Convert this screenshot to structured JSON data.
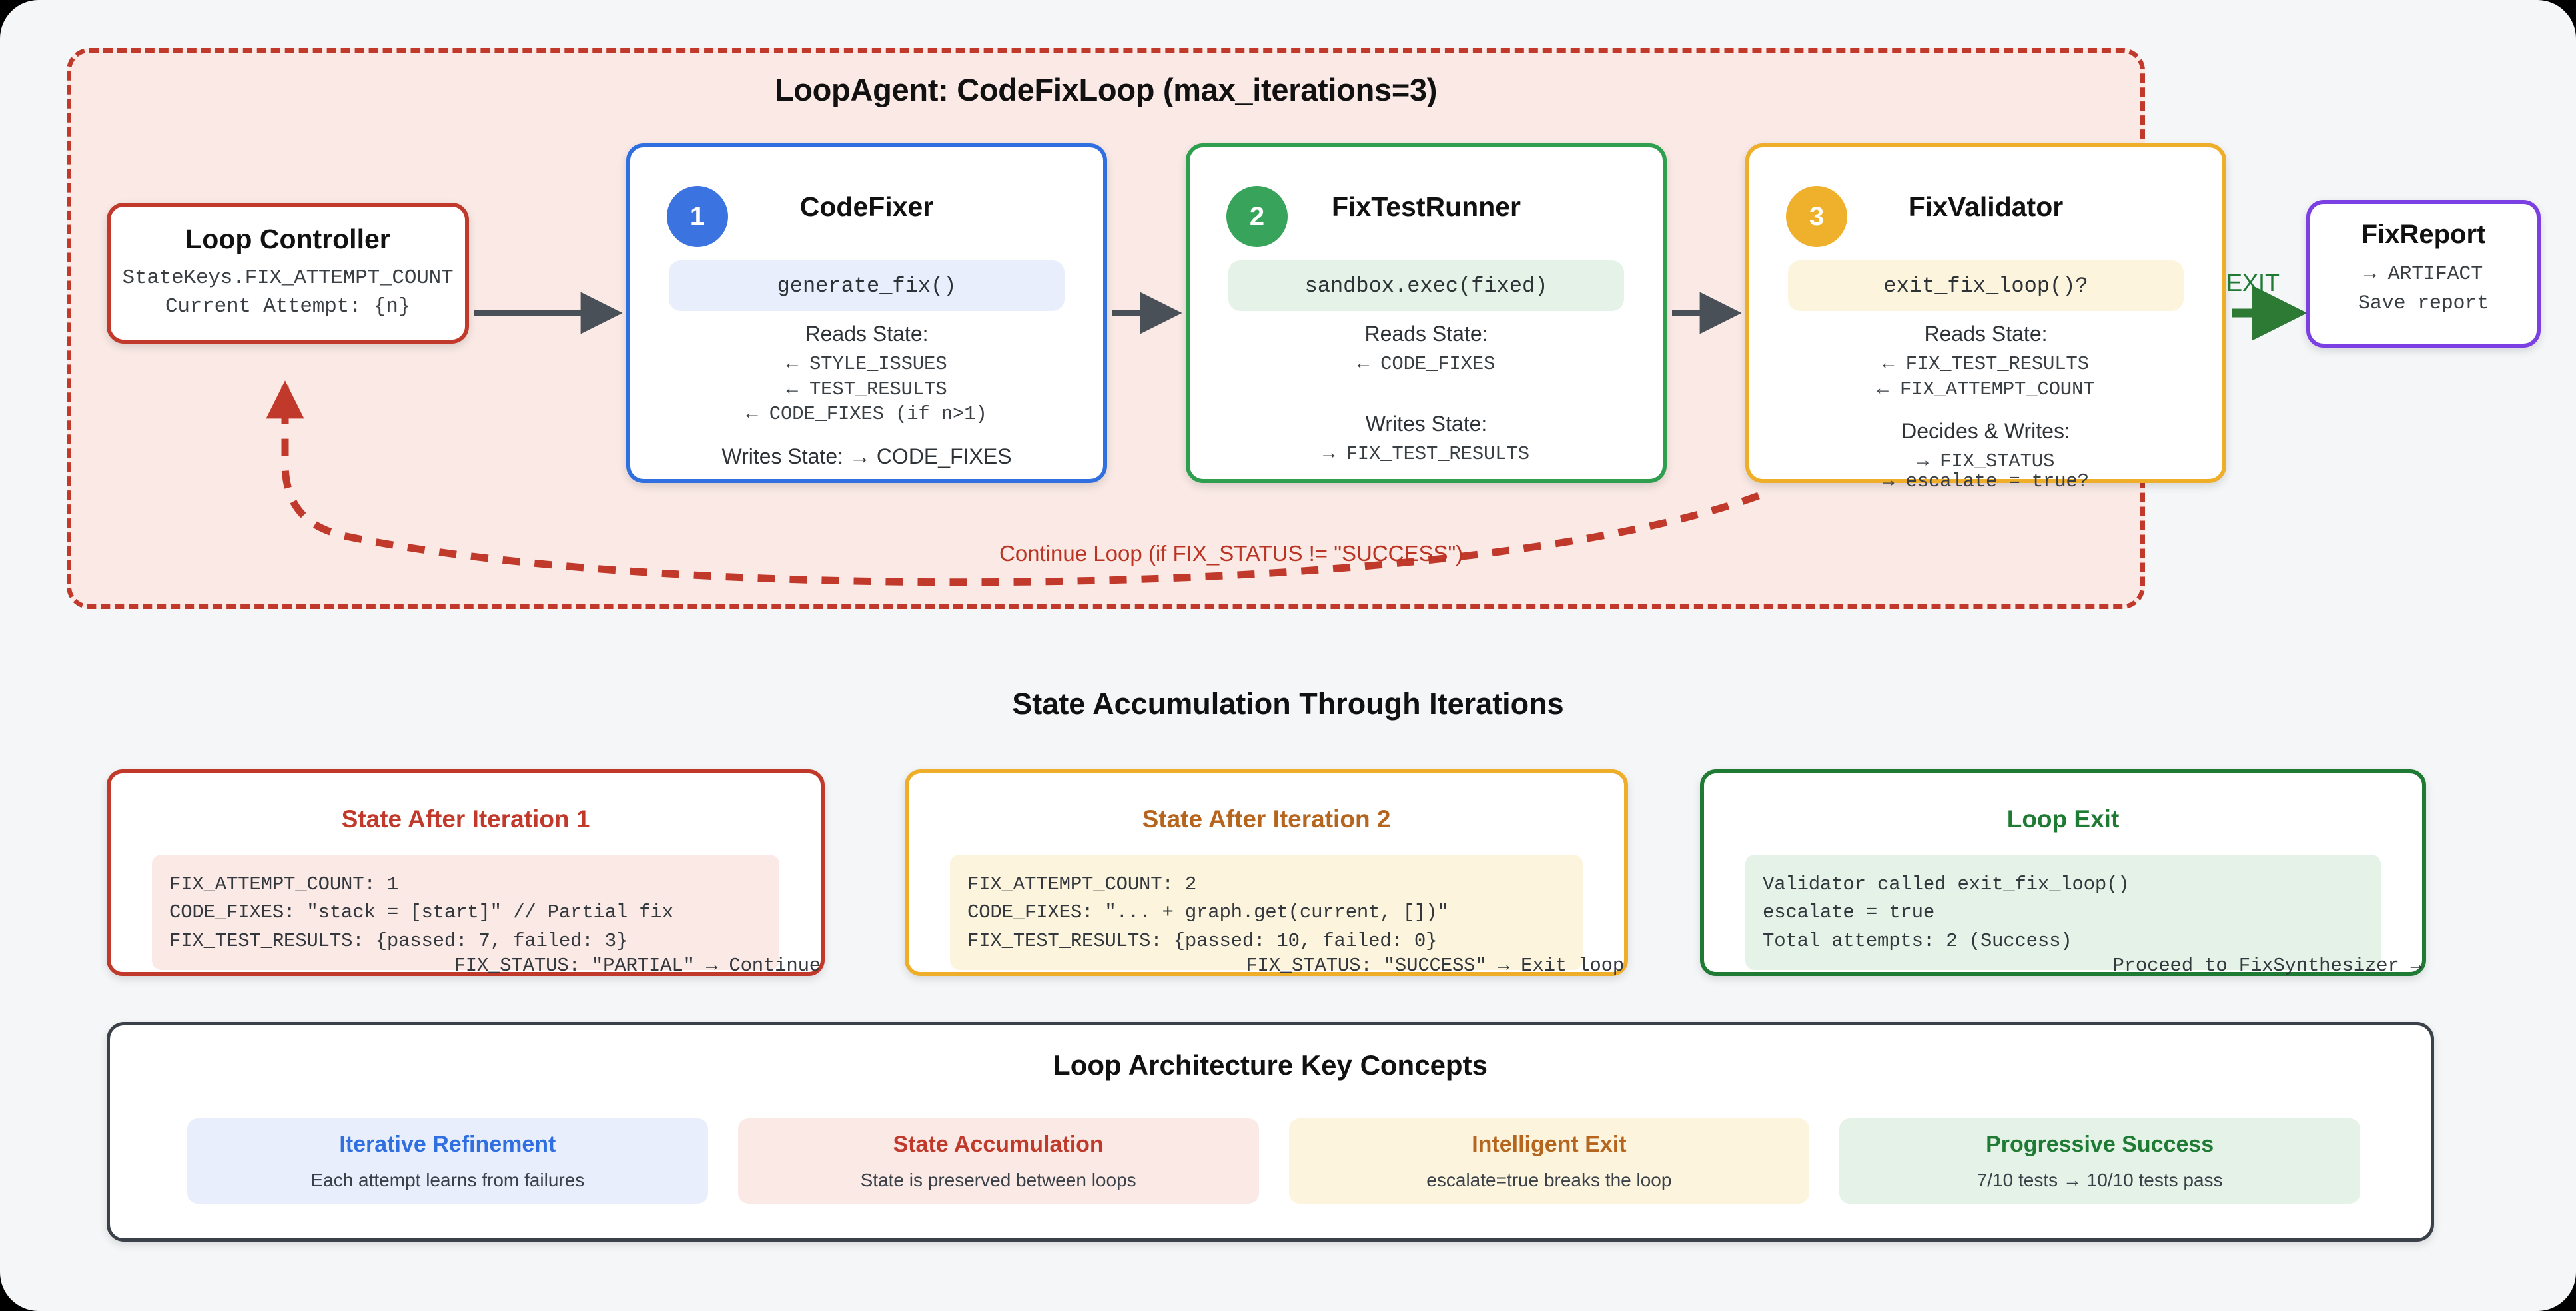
{
  "colors": {
    "canvas_bg": "#f4f6f8",
    "loop_bg": "#fae9e5",
    "loop_border": "#c0392b",
    "blue": "#2f6fe0",
    "green": "#2e9e4f",
    "amber": "#eeae2a",
    "purple": "#7b3fe4",
    "exit_green": "#1f7a34",
    "arrow_gray": "#4a5058"
  },
  "loop": {
    "title": "LoopAgent: CodeFixLoop (max_iterations=3)",
    "continue_label": "Continue Loop (if FIX_STATUS != \"SUCCESS\")",
    "exit_label": "EXIT"
  },
  "loop_controller": {
    "title": "Loop Controller",
    "line1": "StateKeys.FIX_ATTEMPT_COUNT",
    "line2": "Current Attempt: {n}"
  },
  "agents": [
    {
      "number": "1",
      "title": "CodeFixer",
      "function": "generate_fix()",
      "reads_label": "Reads State:",
      "reads": [
        "← STYLE_ISSUES",
        "← TEST_RESULTS",
        "← CODE_FIXES (if n>1)"
      ],
      "writes_label": "Writes State: → CODE_FIXES",
      "writes": []
    },
    {
      "number": "2",
      "title": "FixTestRunner",
      "function": "sandbox.exec(fixed)",
      "reads_label": "Reads State:",
      "reads": [
        "← CODE_FIXES"
      ],
      "writes_label": "Writes State:",
      "writes": [
        "→ FIX_TEST_RESULTS"
      ]
    },
    {
      "number": "3",
      "title": "FixValidator",
      "function": "exit_fix_loop()?",
      "reads_label": "Reads State:",
      "reads": [
        "← FIX_TEST_RESULTS",
        "← FIX_ATTEMPT_COUNT"
      ],
      "writes_label": "Decides & Writes:",
      "writes": [
        "→ FIX_STATUS"
      ],
      "overflow_line": "→ escalate = true?"
    }
  ],
  "fix_report": {
    "title": "FixReport",
    "line1": "→ ARTIFACT",
    "line2": "Save report"
  },
  "state_section": {
    "heading": "State Accumulation Through Iterations",
    "cards": [
      {
        "title": "State After Iteration 1",
        "lines": [
          "FIX_ATTEMPT_COUNT: 1",
          "CODE_FIXES: \"stack = [start]\" // Partial fix",
          "FIX_TEST_RESULTS: {passed: 7, failed: 3}"
        ],
        "footer": "FIX_STATUS: \"PARTIAL\" → Continue"
      },
      {
        "title": "State After Iteration 2",
        "lines": [
          "FIX_ATTEMPT_COUNT: 2",
          "CODE_FIXES: \"... + graph.get(current, [])\"",
          "FIX_TEST_RESULTS: {passed: 10, failed: 0}"
        ],
        "footer": "FIX_STATUS: \"SUCCESS\" → Exit loop"
      },
      {
        "title": "Loop Exit",
        "lines": [
          "Validator called exit_fix_loop()",
          "escalate = true",
          "Total attempts: 2 (Success)"
        ],
        "footer": "Proceed to FixSynthesizer →"
      }
    ]
  },
  "key_concepts": {
    "title": "Loop Architecture Key Concepts",
    "cards": [
      {
        "heading": "Iterative Refinement",
        "sub": "Each attempt learns from failures"
      },
      {
        "heading": "State Accumulation",
        "sub": "State is preserved between loops"
      },
      {
        "heading": "Intelligent Exit",
        "sub": "escalate=true breaks the loop"
      },
      {
        "heading": "Progressive Success",
        "sub": "7/10 tests → 10/10 tests pass"
      }
    ]
  }
}
